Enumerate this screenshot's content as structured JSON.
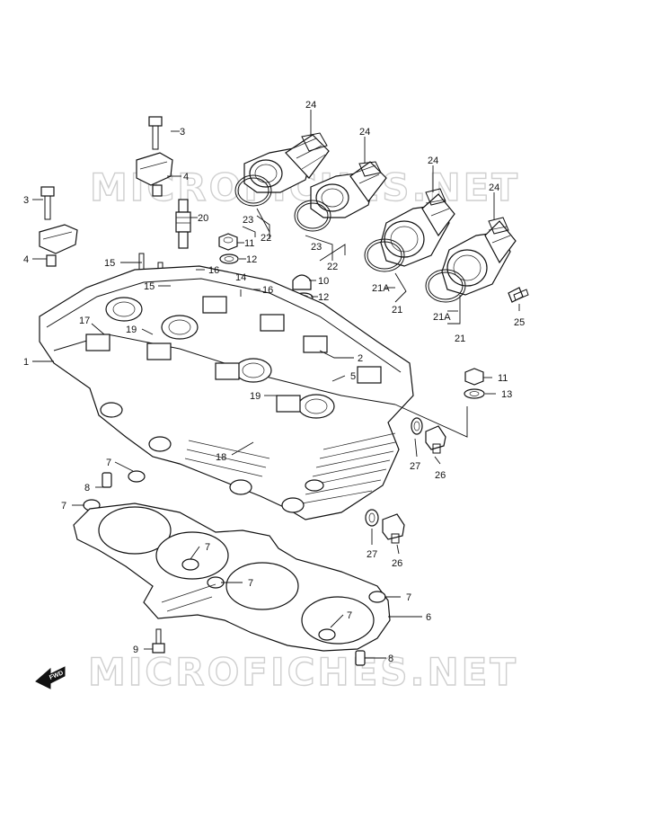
{
  "watermarks": [
    "MICROFICHES.NET",
    "MICROFICHES.NET"
  ],
  "direction_label": "FWD",
  "callouts": [
    {
      "id": "c24a",
      "text": "24"
    },
    {
      "id": "c24b",
      "text": "24"
    },
    {
      "id": "c24c",
      "text": "24"
    },
    {
      "id": "c24d",
      "text": "24"
    },
    {
      "id": "c3a",
      "text": "3"
    },
    {
      "id": "c3b",
      "text": "3"
    },
    {
      "id": "c4a",
      "text": "4"
    },
    {
      "id": "c4b",
      "text": "4"
    },
    {
      "id": "c20",
      "text": "20"
    },
    {
      "id": "c23a",
      "text": "23"
    },
    {
      "id": "c23b",
      "text": "23"
    },
    {
      "id": "c22a",
      "text": "22"
    },
    {
      "id": "c22b",
      "text": "22"
    },
    {
      "id": "c11a",
      "text": "11"
    },
    {
      "id": "c11b",
      "text": "11"
    },
    {
      "id": "c12a",
      "text": "12"
    },
    {
      "id": "c12b",
      "text": "12"
    },
    {
      "id": "c10",
      "text": "10"
    },
    {
      "id": "c13",
      "text": "13"
    },
    {
      "id": "c15a",
      "text": "15"
    },
    {
      "id": "c15b",
      "text": "15"
    },
    {
      "id": "c16a",
      "text": "16"
    },
    {
      "id": "c16b",
      "text": "16"
    },
    {
      "id": "c14",
      "text": "14"
    },
    {
      "id": "c21Aa",
      "text": "21A"
    },
    {
      "id": "c21Ab",
      "text": "21A"
    },
    {
      "id": "c21a",
      "text": "21"
    },
    {
      "id": "c21b",
      "text": "21"
    },
    {
      "id": "c25",
      "text": "25"
    },
    {
      "id": "c17",
      "text": "17"
    },
    {
      "id": "c19a",
      "text": "19"
    },
    {
      "id": "c19b",
      "text": "19"
    },
    {
      "id": "c1",
      "text": "1"
    },
    {
      "id": "c2",
      "text": "2"
    },
    {
      "id": "c5",
      "text": "5"
    },
    {
      "id": "c18",
      "text": "18"
    },
    {
      "id": "c27a",
      "text": "27"
    },
    {
      "id": "c27b",
      "text": "27"
    },
    {
      "id": "c26a",
      "text": "26"
    },
    {
      "id": "c26b",
      "text": "26"
    },
    {
      "id": "c7a",
      "text": "7"
    },
    {
      "id": "c7b",
      "text": "7"
    },
    {
      "id": "c7c",
      "text": "7"
    },
    {
      "id": "c7d",
      "text": "7"
    },
    {
      "id": "c7e",
      "text": "7"
    },
    {
      "id": "c7f",
      "text": "7"
    },
    {
      "id": "c8a",
      "text": "8"
    },
    {
      "id": "c8b",
      "text": "8"
    },
    {
      "id": "c6",
      "text": "6"
    },
    {
      "id": "c9",
      "text": "9"
    }
  ]
}
